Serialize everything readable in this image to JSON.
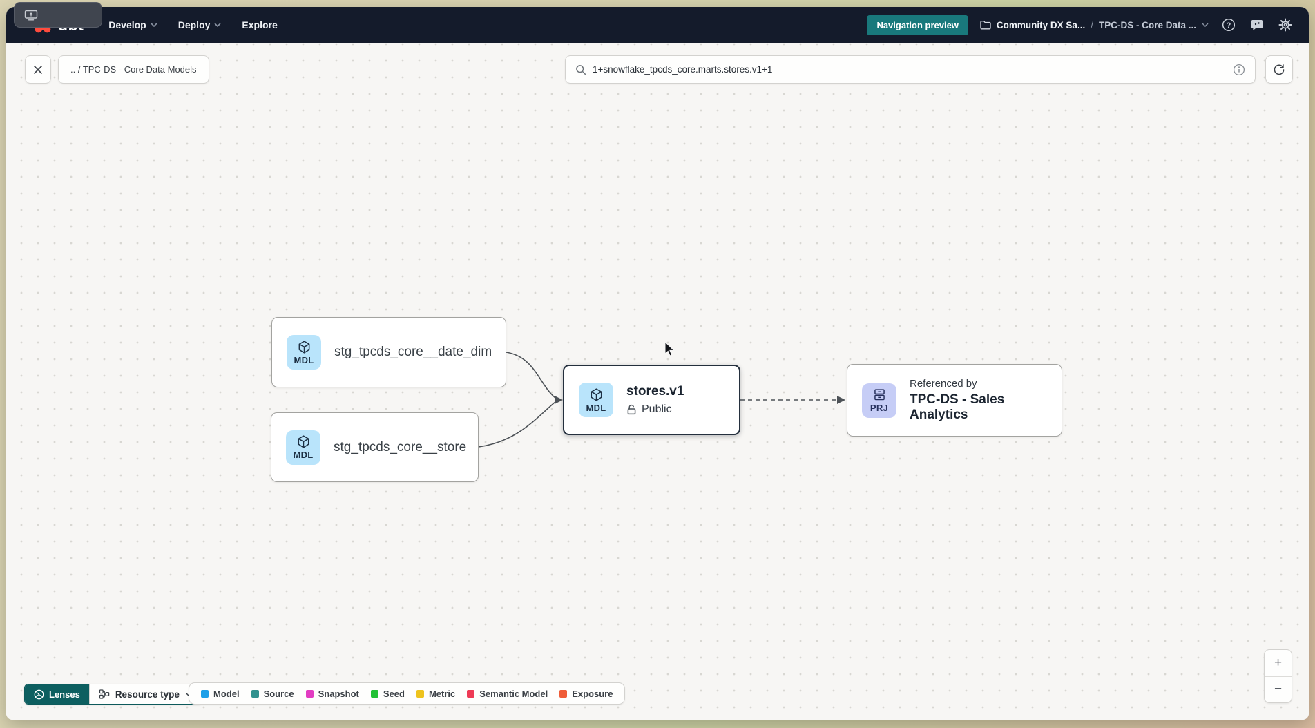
{
  "navbar": {
    "logo": "dbt",
    "menu_develop": "Develop",
    "menu_deploy": "Deploy",
    "menu_explore": "Explore",
    "badge": "Navigation preview",
    "account": "Community DX Sa...",
    "separator": "/",
    "project": "TPC-DS - Core Data ...",
    "colors": {
      "bar_bg": "#141b2b",
      "badge_bg": "#19797c",
      "logo_orange": "#ff4b3d"
    }
  },
  "toolbar": {
    "path_chip": ".. / TPC-DS - Core Data Models",
    "search_value": "1+snowflake_tpcds_core.marts.stores.v1+1"
  },
  "graph": {
    "nodes": {
      "date_dim": {
        "badge": "MDL",
        "label": "stg_tpcds_core__date_dim"
      },
      "store": {
        "badge": "MDL",
        "label": "stg_tpcds_core__store"
      },
      "stores_v1": {
        "badge": "MDL",
        "label": "stores.v1",
        "access": "Public"
      },
      "project_ref": {
        "badge": "PRJ",
        "title": "Referenced by",
        "label": "TPC-DS - Sales Analytics"
      }
    },
    "icon_colors": {
      "model_bg": "#b9e4fb",
      "project_bg": "#c6cdf6"
    }
  },
  "footer": {
    "lenses": "Lenses",
    "resource_type": "Resource type",
    "legend": [
      {
        "label": "Model",
        "color": "#1d9fe8"
      },
      {
        "label": "Source",
        "color": "#31918e"
      },
      {
        "label": "Snapshot",
        "color": "#e23cc2"
      },
      {
        "label": "Seed",
        "color": "#22c135"
      },
      {
        "label": "Metric",
        "color": "#eec31d"
      },
      {
        "label": "Semantic Model",
        "color": "#ee3a55"
      },
      {
        "label": "Exposure",
        "color": "#ef5c38"
      }
    ]
  },
  "zoom_controls": {
    "zoom_in": "+",
    "zoom_out": "−"
  }
}
